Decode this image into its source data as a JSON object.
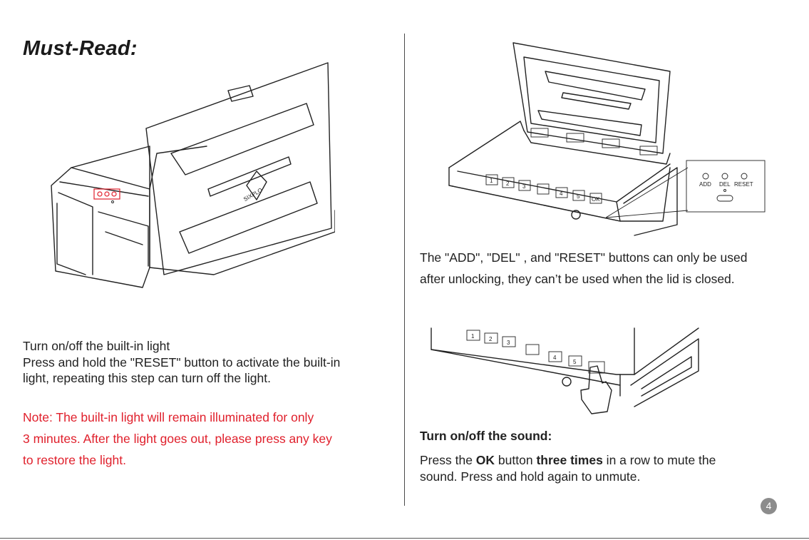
{
  "title": "Must-Read:",
  "left": {
    "light_heading": "Turn on/off the built-in light",
    "light_line1": "Press and hold the \"RESET\" button to activate the built-in",
    "light_line2": "light, repeating this step can turn off the light.",
    "note_line1": "Note: The built-in light will remain illuminated for only",
    "note_line2": "3 minutes. After the light goes out, please press any key",
    "note_line3": "to restore the light."
  },
  "right": {
    "buttons_line1": "The \"ADD\", \"DEL\" , and \"RESET\" buttons can only be used",
    "buttons_line2": "after unlocking, they can’t be used when the lid is closed.",
    "callout_labels": [
      "ADD",
      "DEL",
      "RESET"
    ],
    "sound_heading": "Turn on/off the sound:",
    "sound_p1": "Press the ",
    "sound_ok": "OK",
    "sound_p2": " button ",
    "sound_three": "three times",
    "sound_p3": " in a row to mute the",
    "sound_line2": "sound. Press and hold again to unmute."
  },
  "keypad_labels": [
    "1",
    "2",
    "3",
    "4",
    "5",
    "OK"
  ],
  "logo_text": "SIXPLO",
  "page_number": "4",
  "colors": {
    "note_red": "#e0202c",
    "page_badge": "#8c8c8c",
    "rule": "#555555"
  }
}
